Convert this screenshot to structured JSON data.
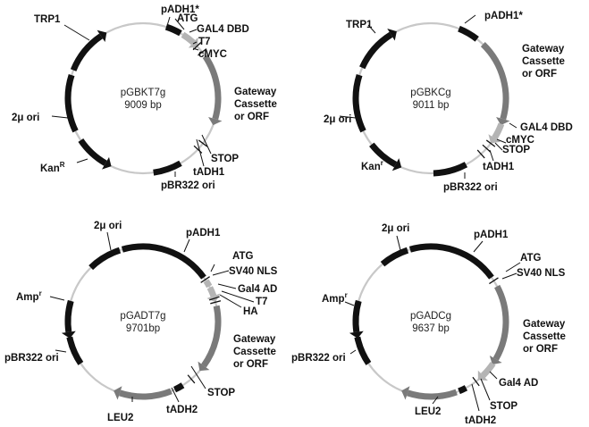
{
  "colors": {
    "backbone": "#c8c8c8",
    "black": "#111111",
    "gray": "#7a7a7a",
    "light": "#b4b4b4"
  },
  "maps": [
    {
      "name": "pGBKT7g",
      "size": "9009 bp",
      "labels": {
        "trp1": "TRP1",
        "padh1": "pADH1*",
        "atg": "ATG",
        "gal4dbd": "GAL4 DBD",
        "t7": "T7",
        "cmyc": "cMYC",
        "gateway1": "Gateway",
        "gateway2": "Cassette",
        "gateway3": "or ORF",
        "stop": "STOP",
        "tadh1": "tADH1",
        "pbr322": "pBR322 ori",
        "kan": "Kan",
        "kan_sup": "R",
        "ori2u": "2μ ori"
      }
    },
    {
      "name": "pGBKCg",
      "size": "9011 bp",
      "labels": {
        "trp1": "TRP1",
        "padh1": "pADH1*",
        "gateway1": "Gateway",
        "gateway2": "Cassette",
        "gateway3": "or ORF",
        "gal4dbd": "GAL4 DBD",
        "cmyc": "cMYC",
        "stop": "STOP",
        "tadh1": "tADH1",
        "pbr322": "pBR322 ori",
        "kan": "Kan",
        "kan_sup": "r",
        "ori2u": "2μ ori"
      }
    },
    {
      "name": "pGADT7g",
      "size": "9701bp",
      "labels": {
        "ori2u": "2μ ori",
        "padh1": "pADH1",
        "atg": "ATG",
        "sv40": "SV40 NLS",
        "gal4ad": "Gal4 AD",
        "t7": "T7",
        "ha": "HA",
        "gateway1": "Gateway",
        "gateway2": "Cassette",
        "gateway3": "or ORF",
        "stop": "STOP",
        "tadh2": "tADH2",
        "leu2": "LEU2",
        "pbr322": "pBR322 ori",
        "amp": "Amp",
        "amp_sup": "r"
      }
    },
    {
      "name": "pGADCg",
      "size": "9637 bp",
      "labels": {
        "ori2u": "2μ ori",
        "padh1": "pADH1",
        "atg": "ATG",
        "sv40": "SV40 NLS",
        "gateway1": "Gateway",
        "gateway2": "Cassette",
        "gateway3": "or ORF",
        "gal4ad": "Gal4 AD",
        "stop": "STOP",
        "tadh2": "tADH2",
        "leu2": "LEU2",
        "pbr322": "pBR322 ori",
        "amp": "Amp",
        "amp_sup": "r"
      }
    }
  ]
}
